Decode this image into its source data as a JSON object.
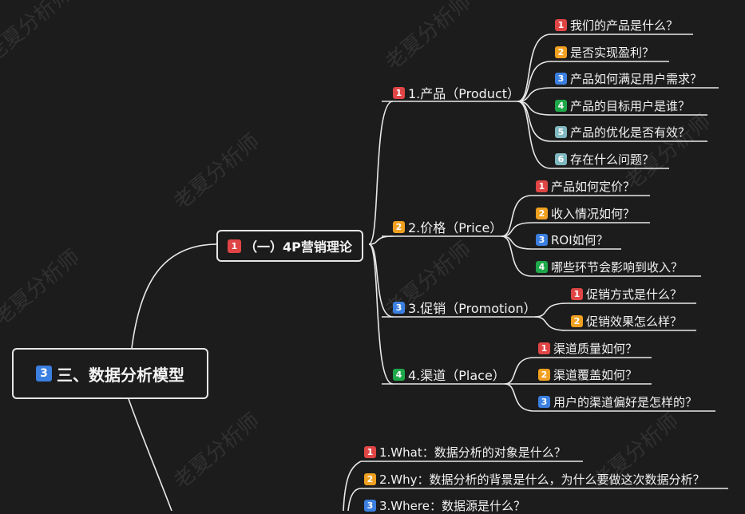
{
  "watermark": "老夏分析师",
  "root": {
    "badge": "3",
    "label": "三、数据分析模型"
  },
  "model": {
    "badge": "1",
    "label": "（一）4P营销理论"
  },
  "product": {
    "badge": "1",
    "label": "1.产品（Product）",
    "items": [
      {
        "badge": "1",
        "label": "我们的产品是什么？"
      },
      {
        "badge": "2",
        "label": "是否实现盈利？"
      },
      {
        "badge": "3",
        "label": "产品如何满足用户需求？"
      },
      {
        "badge": "4",
        "label": "产品的目标用户是谁？"
      },
      {
        "badge": "5",
        "label": "产品的优化是否有效？"
      },
      {
        "badge": "6",
        "label": "存在什么问题？"
      }
    ]
  },
  "price": {
    "badge": "2",
    "label": "2.价格（Price）",
    "items": [
      {
        "badge": "1",
        "label": "产品如何定价？"
      },
      {
        "badge": "2",
        "label": "收入情况如何？"
      },
      {
        "badge": "3",
        "label": "ROI如何？"
      },
      {
        "badge": "4",
        "label": "哪些环节会影响到收入？"
      }
    ]
  },
  "promotion": {
    "badge": "3",
    "label": "3.促销（Promotion）",
    "items": [
      {
        "badge": "1",
        "label": "促销方式是什么？"
      },
      {
        "badge": "2",
        "label": "促销效果怎么样？"
      }
    ]
  },
  "place": {
    "badge": "4",
    "label": "4.渠道（Place）",
    "items": [
      {
        "badge": "1",
        "label": "渠道质量如何？"
      },
      {
        "badge": "2",
        "label": "渠道覆盖如何？"
      },
      {
        "badge": "3",
        "label": "用户的渠道偏好是怎样的？"
      }
    ]
  },
  "questions": {
    "items": [
      {
        "badge": "1",
        "label": "1.What：数据分析的对象是什么？"
      },
      {
        "badge": "2",
        "label": "2.Why：数据分析的背景是什么，为什么要做这次数据分析？"
      },
      {
        "badge": "3",
        "label": "3.Where：数据源是什么？"
      }
    ]
  }
}
